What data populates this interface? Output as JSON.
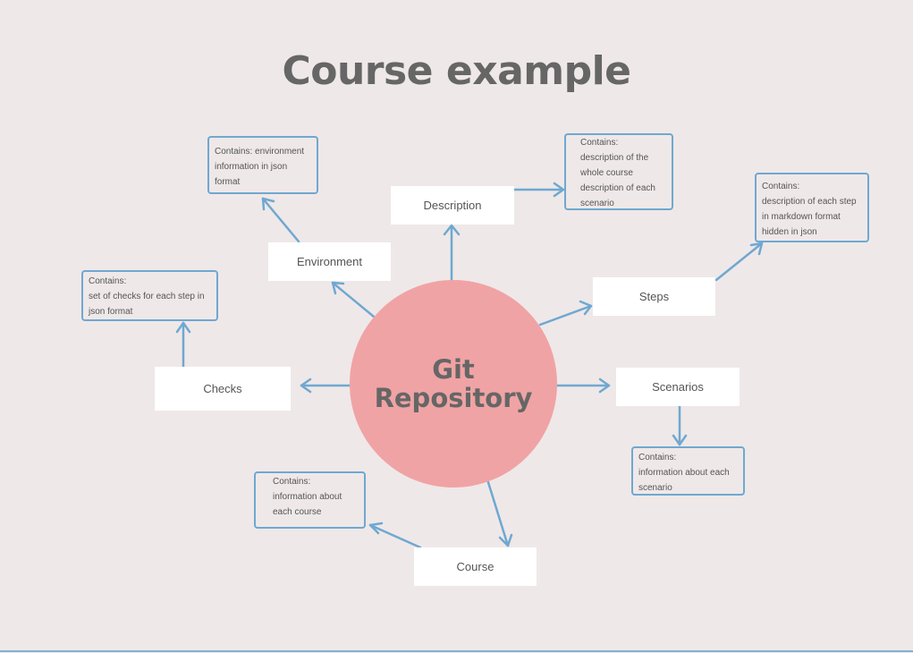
{
  "title": "Course example",
  "center": {
    "label": "Git\nRepository"
  },
  "nodes": {
    "description": "Description",
    "environment": "Environment",
    "steps": "Steps",
    "checks": "Checks",
    "scenarios": "Scenarios",
    "course": "Course"
  },
  "notes": {
    "environment": "Contains: environment\ninformation in json\nformat",
    "description": "Contains:\ndescription of the\nwhole course\ndescription of each\nscenario",
    "steps": "Contains:\ndescription of each step\nin markdown format\nhidden in json",
    "checks": "Contains:\nset of checks for each step in\njson format",
    "scenarios": "Contains:\ninformation about each\nscenario",
    "course": "Contains:\ninformation about\neach course"
  },
  "colors": {
    "background": "#efe8e8",
    "circle": "#f0a3a4",
    "arrow": "#6fa8d1",
    "text": "#666666"
  }
}
